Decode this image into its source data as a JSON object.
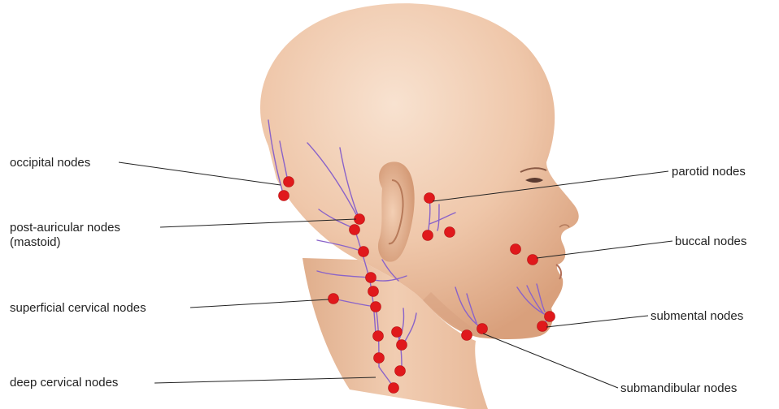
{
  "colors": {
    "background": "#ffffff",
    "skin_light": "#f6dcc8",
    "skin_mid": "#ebbf9f",
    "skin_shadow": "#d39a76",
    "lymph_vessel": "#8a63c9",
    "lymph_node": "#e0191c",
    "leader_line": "#222222",
    "text": "#222222"
  },
  "labels": {
    "occipital": "occipital nodes",
    "post_auricular_line1": "post-auricular nodes",
    "post_auricular_line2": "(mastoid)",
    "superficial_cervical": "superficial cervical nodes",
    "deep_cervical": "deep cervical nodes",
    "parotid": "parotid nodes",
    "buccal": "buccal nodes",
    "submental": "submental nodes",
    "submandibular": "submandibular nodes"
  },
  "illustration": {
    "subject": "head-profile-right-facing",
    "node_icon": "lymph-node-dot",
    "vessel_icon": "lymph-vessel-line"
  }
}
